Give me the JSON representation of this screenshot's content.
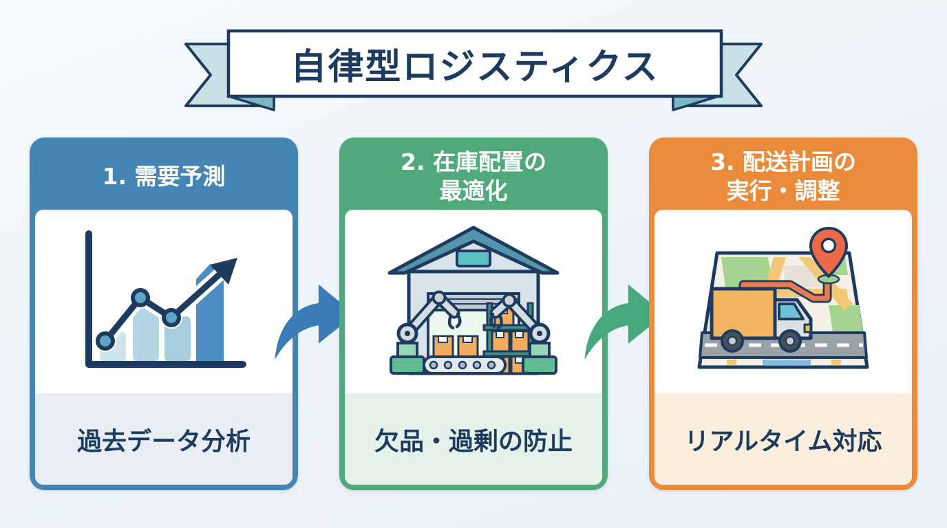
{
  "banner": {
    "title": "自律型ロジスティクス",
    "ribbon_color": "#c9e0e6",
    "ribbon_fold_color": "#7cb8c0",
    "outline_color": "#1d3a5f"
  },
  "steps": [
    {
      "header": "1. 需要予測",
      "caption": "過去データ分析",
      "accent": "#4585b3",
      "caption_bg": "#e8eef4",
      "icon": "trend-chart-icon"
    },
    {
      "header": "2. 在庫配置の\n最適化",
      "caption": "欠品・過剰の防止",
      "accent": "#4fa97b",
      "caption_bg": "#e4f2e9",
      "icon": "warehouse-robots-icon"
    },
    {
      "header": "3. 配送計画の\n実行・調整",
      "caption": "リアルタイム対応",
      "accent": "#e98b3a",
      "caption_bg": "#fbeedd",
      "icon": "map-route-truck-icon"
    }
  ],
  "arrows": [
    {
      "icon": "curved-arrow-right-icon",
      "color": "#3b7cb8"
    },
    {
      "icon": "curved-arrow-right-icon",
      "color": "#47a87d"
    }
  ],
  "colors": {
    "background": "#edf3f9",
    "text_navy": "#1d3a5f",
    "header_text": "#ffffff"
  }
}
